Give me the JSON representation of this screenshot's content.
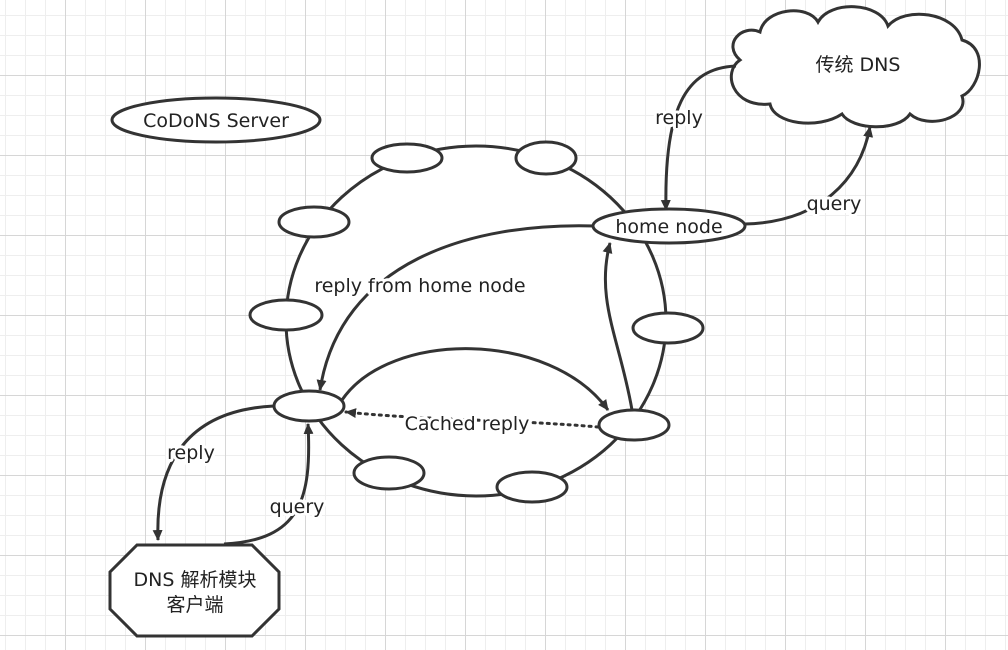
{
  "nodes": {
    "server_title": "CoDoNS Server",
    "legacy_dns": "传统 DNS",
    "home_node": "home node",
    "client_line1": "DNS 解析模块",
    "client_line2": "客户端"
  },
  "edges": {
    "reply_legacy_to_home": "reply",
    "query_home_to_legacy": "query",
    "reply_from_home_node": "reply from home node",
    "cached_reply": "Cached reply",
    "reply_to_client": "reply",
    "query_from_client": "query"
  },
  "colors": {
    "stroke": "#333333",
    "fill": "#ffffff",
    "grid": "#d6d6d6"
  }
}
